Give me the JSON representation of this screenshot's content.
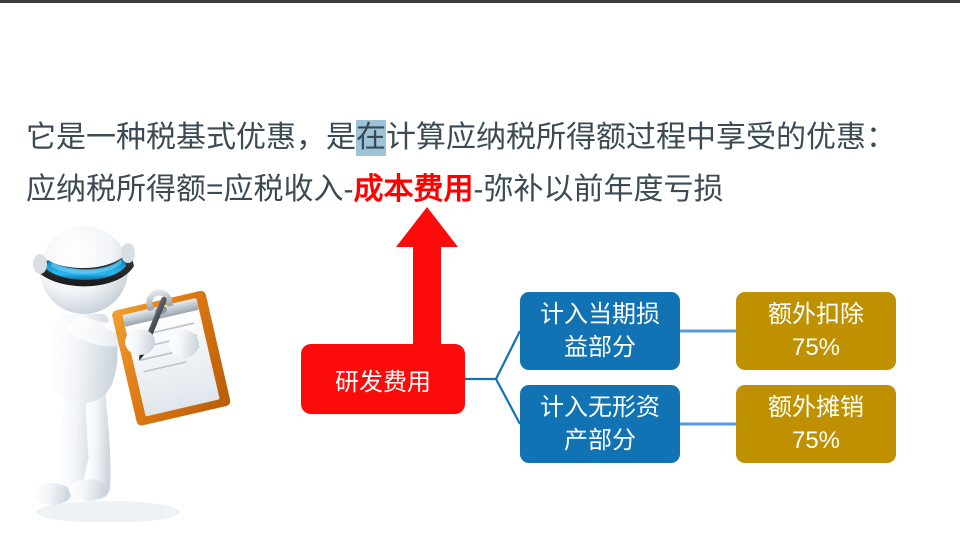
{
  "slide": {
    "background_color": "#ffffff",
    "topbar_color": "#3c3c3c"
  },
  "headline": {
    "line1": {
      "before_highlight": "它是一种税基式优惠，是",
      "highlight": "在",
      "after_highlight": "计算应纳税所得额过程中享受的优惠："
    },
    "line2": {
      "before_red": "应纳税所得额=应税收入-",
      "red": "成本费用",
      "after_red": "-弥补以前年度亏损"
    },
    "text_color": "#3b4a54",
    "highlight_color": "#9dc3d9",
    "red_color": "#ff0000"
  },
  "figure": {
    "label": "3d-man-with-clipboard",
    "visor_color": "#1b9bd8",
    "clipboard_color": "#e07b15"
  },
  "arrow": {
    "label": "red-up-arrow",
    "color": "#fc0b0b",
    "points_to": "成本费用"
  },
  "diagram": {
    "source_box": {
      "label": "研发费用",
      "color": "#fc0b0b"
    },
    "branches": [
      {
        "category": {
          "line1": "计入当期损",
          "line2": "益部分",
          "color": "#1273b4"
        },
        "outcome": {
          "line1": "额外扣除",
          "line2": "75%",
          "color": "#bf9000"
        }
      },
      {
        "category": {
          "line1": "计入无形资",
          "line2": "产部分",
          "color": "#1273b4"
        },
        "outcome": {
          "line1": "额外摊销",
          "line2": "75%",
          "color": "#bf9000"
        }
      }
    ],
    "connector_color": "#1273b4",
    "connector_color_light": "#5a9bd4"
  }
}
